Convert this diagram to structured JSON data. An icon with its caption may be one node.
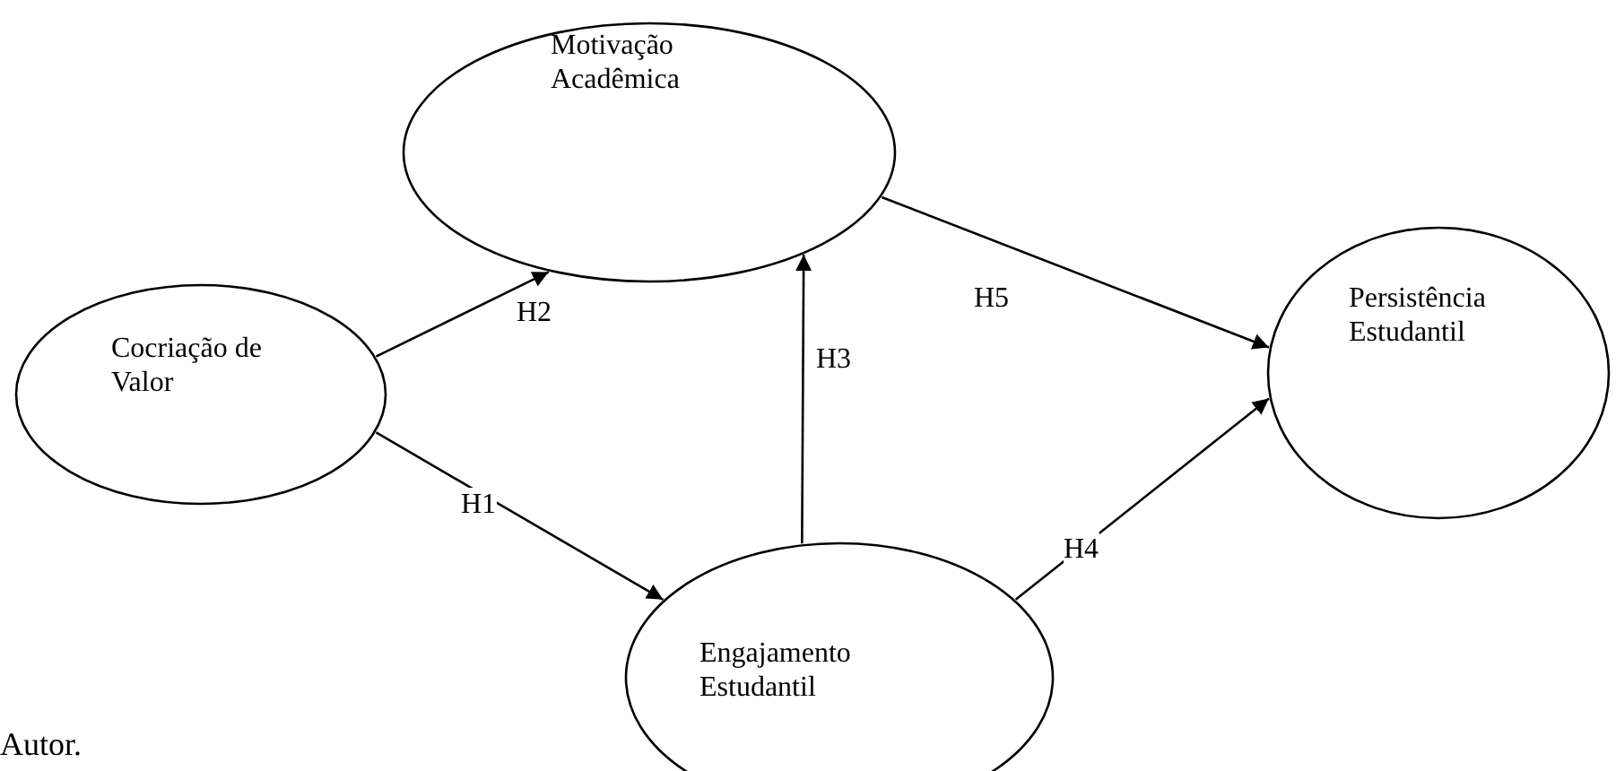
{
  "diagram": {
    "nodes": [
      {
        "text": [
          "Cocriação de Valor"
        ]
      },
      {
        "text": [
          "Motivação Acadêmica"
        ]
      },
      {
        "text": [
          "Engajamento Estudantil"
        ]
      },
      {
        "text": [
          "Persistência Estudantil"
        ]
      }
    ],
    "edges": [
      {
        "from": 0,
        "to": 1,
        "arrow": "to",
        "label": "H2"
      },
      {
        "from": 0,
        "to": 2,
        "arrow": "to",
        "label": "H1"
      },
      {
        "from": 2,
        "to": 1,
        "arrow": "to",
        "label": "H3"
      },
      {
        "from": 1,
        "to": 3,
        "arrow": "to",
        "label": "H5"
      },
      {
        "from": 2,
        "to": 3,
        "arrow": "to",
        "label": "H4"
      }
    ],
    "labels": [
      "Autor."
    ]
  }
}
